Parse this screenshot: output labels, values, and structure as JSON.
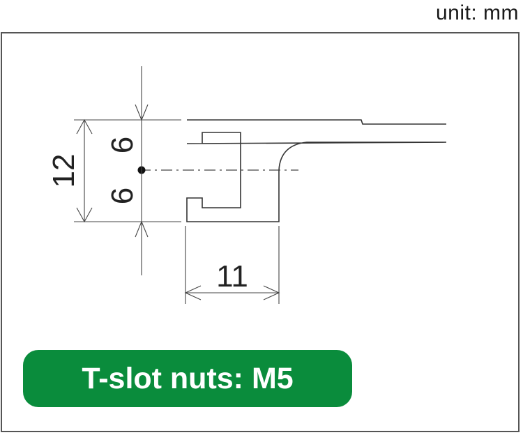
{
  "header": {
    "unit_label": "unit: mm"
  },
  "diagram": {
    "dimensions": {
      "overall_height": "12",
      "upper_offset": "6",
      "lower_offset": "6",
      "depth": "11"
    }
  },
  "badge": {
    "label": "T-slot nuts: M5",
    "color": "#0a8c3c"
  }
}
